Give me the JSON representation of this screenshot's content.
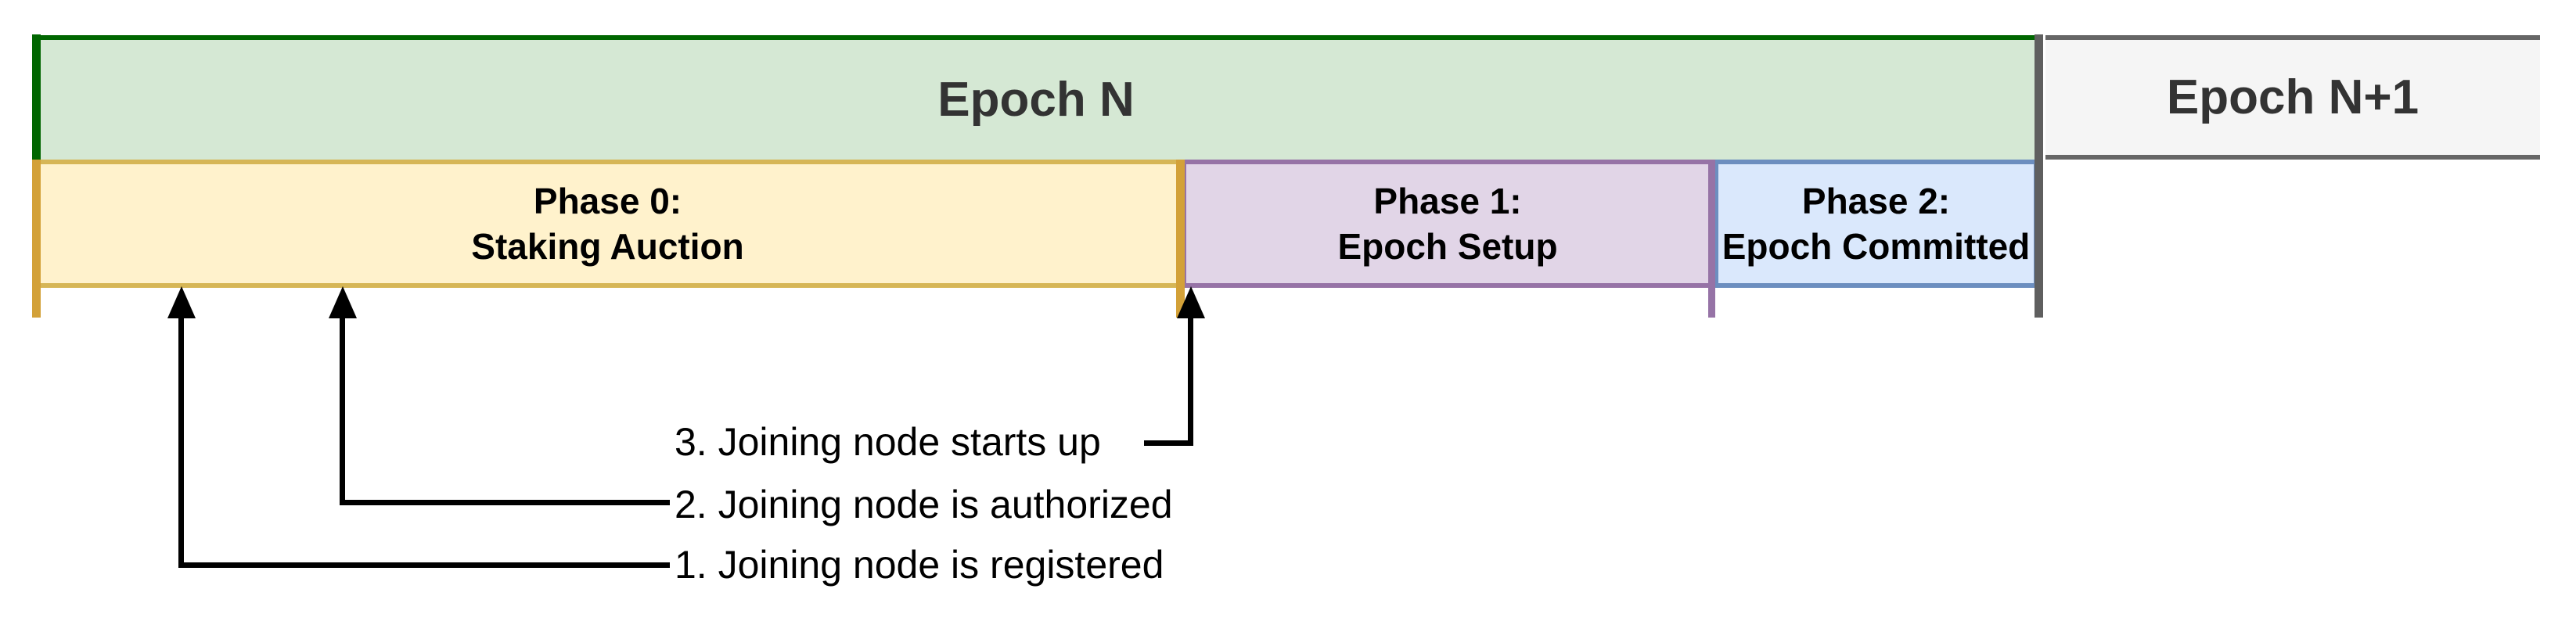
{
  "diagram": {
    "type": "epoch-phase-timeline",
    "epochs": [
      {
        "label": "Epoch N"
      },
      {
        "label": "Epoch N+1"
      }
    ],
    "phases": [
      {
        "line1": "Phase 0:",
        "line2": "Staking Auction"
      },
      {
        "line1": "Phase 1:",
        "line2": "Epoch Setup"
      },
      {
        "line1": "Phase 2:",
        "line2": "Epoch Committed"
      }
    ],
    "annotations": [
      {
        "label": "1. Joining node is registered"
      },
      {
        "label": "2. Joining node is authorized"
      },
      {
        "label": "3. Joining node starts up"
      }
    ],
    "colors": {
      "epoch_n_fill": "#d5e8d4",
      "epoch_n_border": "#006600",
      "epoch_n1_fill": "#f5f5f5",
      "epoch_n1_border": "#666666",
      "epoch_text": "#333333",
      "phase0_fill": "#fff2cc",
      "phase0_border": "#d6b656",
      "phase1_fill": "#e1d5e7",
      "phase1_border": "#9673a6",
      "phase2_fill": "#dae8fc",
      "phase2_border": "#6c8ebf",
      "boundary_tick_gold": "#d3a138",
      "boundary_tick_green": "#006600",
      "boundary_tick_purple": "#9673a6",
      "epoch_divider_gray": "#5f5f5f",
      "arrow": "#000000",
      "text": "#000000"
    }
  }
}
